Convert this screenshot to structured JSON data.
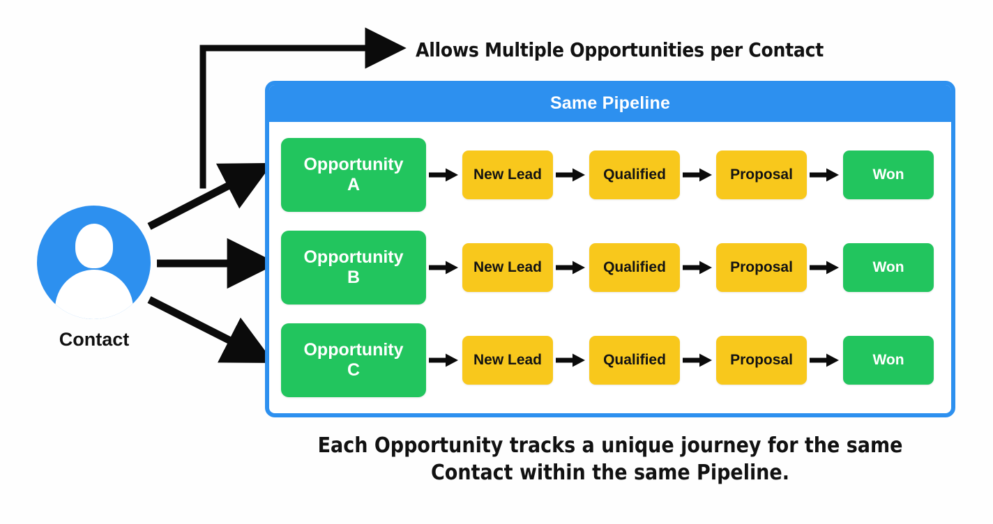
{
  "diagram": {
    "callout": "Allows Multiple Opportunities per Contact",
    "caption_line1": "Each Opportunity tracks a unique journey for the same",
    "caption_line2": "Contact within the same Pipeline.",
    "colors": {
      "blue": "#2d90ef",
      "green": "#22c55e",
      "yellow": "#f8c81c",
      "text_dark": "#111111",
      "background": "#fefefe"
    }
  },
  "contact": {
    "label": "Contact",
    "icon": "user-avatar-icon"
  },
  "pipeline": {
    "title": "Same Pipeline",
    "rows": [
      {
        "opportunity_line1": "Opportunity",
        "opportunity_line2": "A",
        "stages": [
          {
            "label": "New Lead",
            "type": "yellow"
          },
          {
            "label": "Qualified",
            "type": "yellow"
          },
          {
            "label": "Proposal",
            "type": "yellow"
          },
          {
            "label": "Won",
            "type": "green"
          }
        ]
      },
      {
        "opportunity_line1": "Opportunity",
        "opportunity_line2": "B",
        "stages": [
          {
            "label": "New Lead",
            "type": "yellow"
          },
          {
            "label": "Qualified",
            "type": "yellow"
          },
          {
            "label": "Proposal",
            "type": "yellow"
          },
          {
            "label": "Won",
            "type": "green"
          }
        ]
      },
      {
        "opportunity_line1": "Opportunity",
        "opportunity_line2": "C",
        "stages": [
          {
            "label": "New Lead",
            "type": "yellow"
          },
          {
            "label": "Qualified",
            "type": "yellow"
          },
          {
            "label": "Proposal",
            "type": "yellow"
          },
          {
            "label": "Won",
            "type": "green"
          }
        ]
      }
    ]
  }
}
